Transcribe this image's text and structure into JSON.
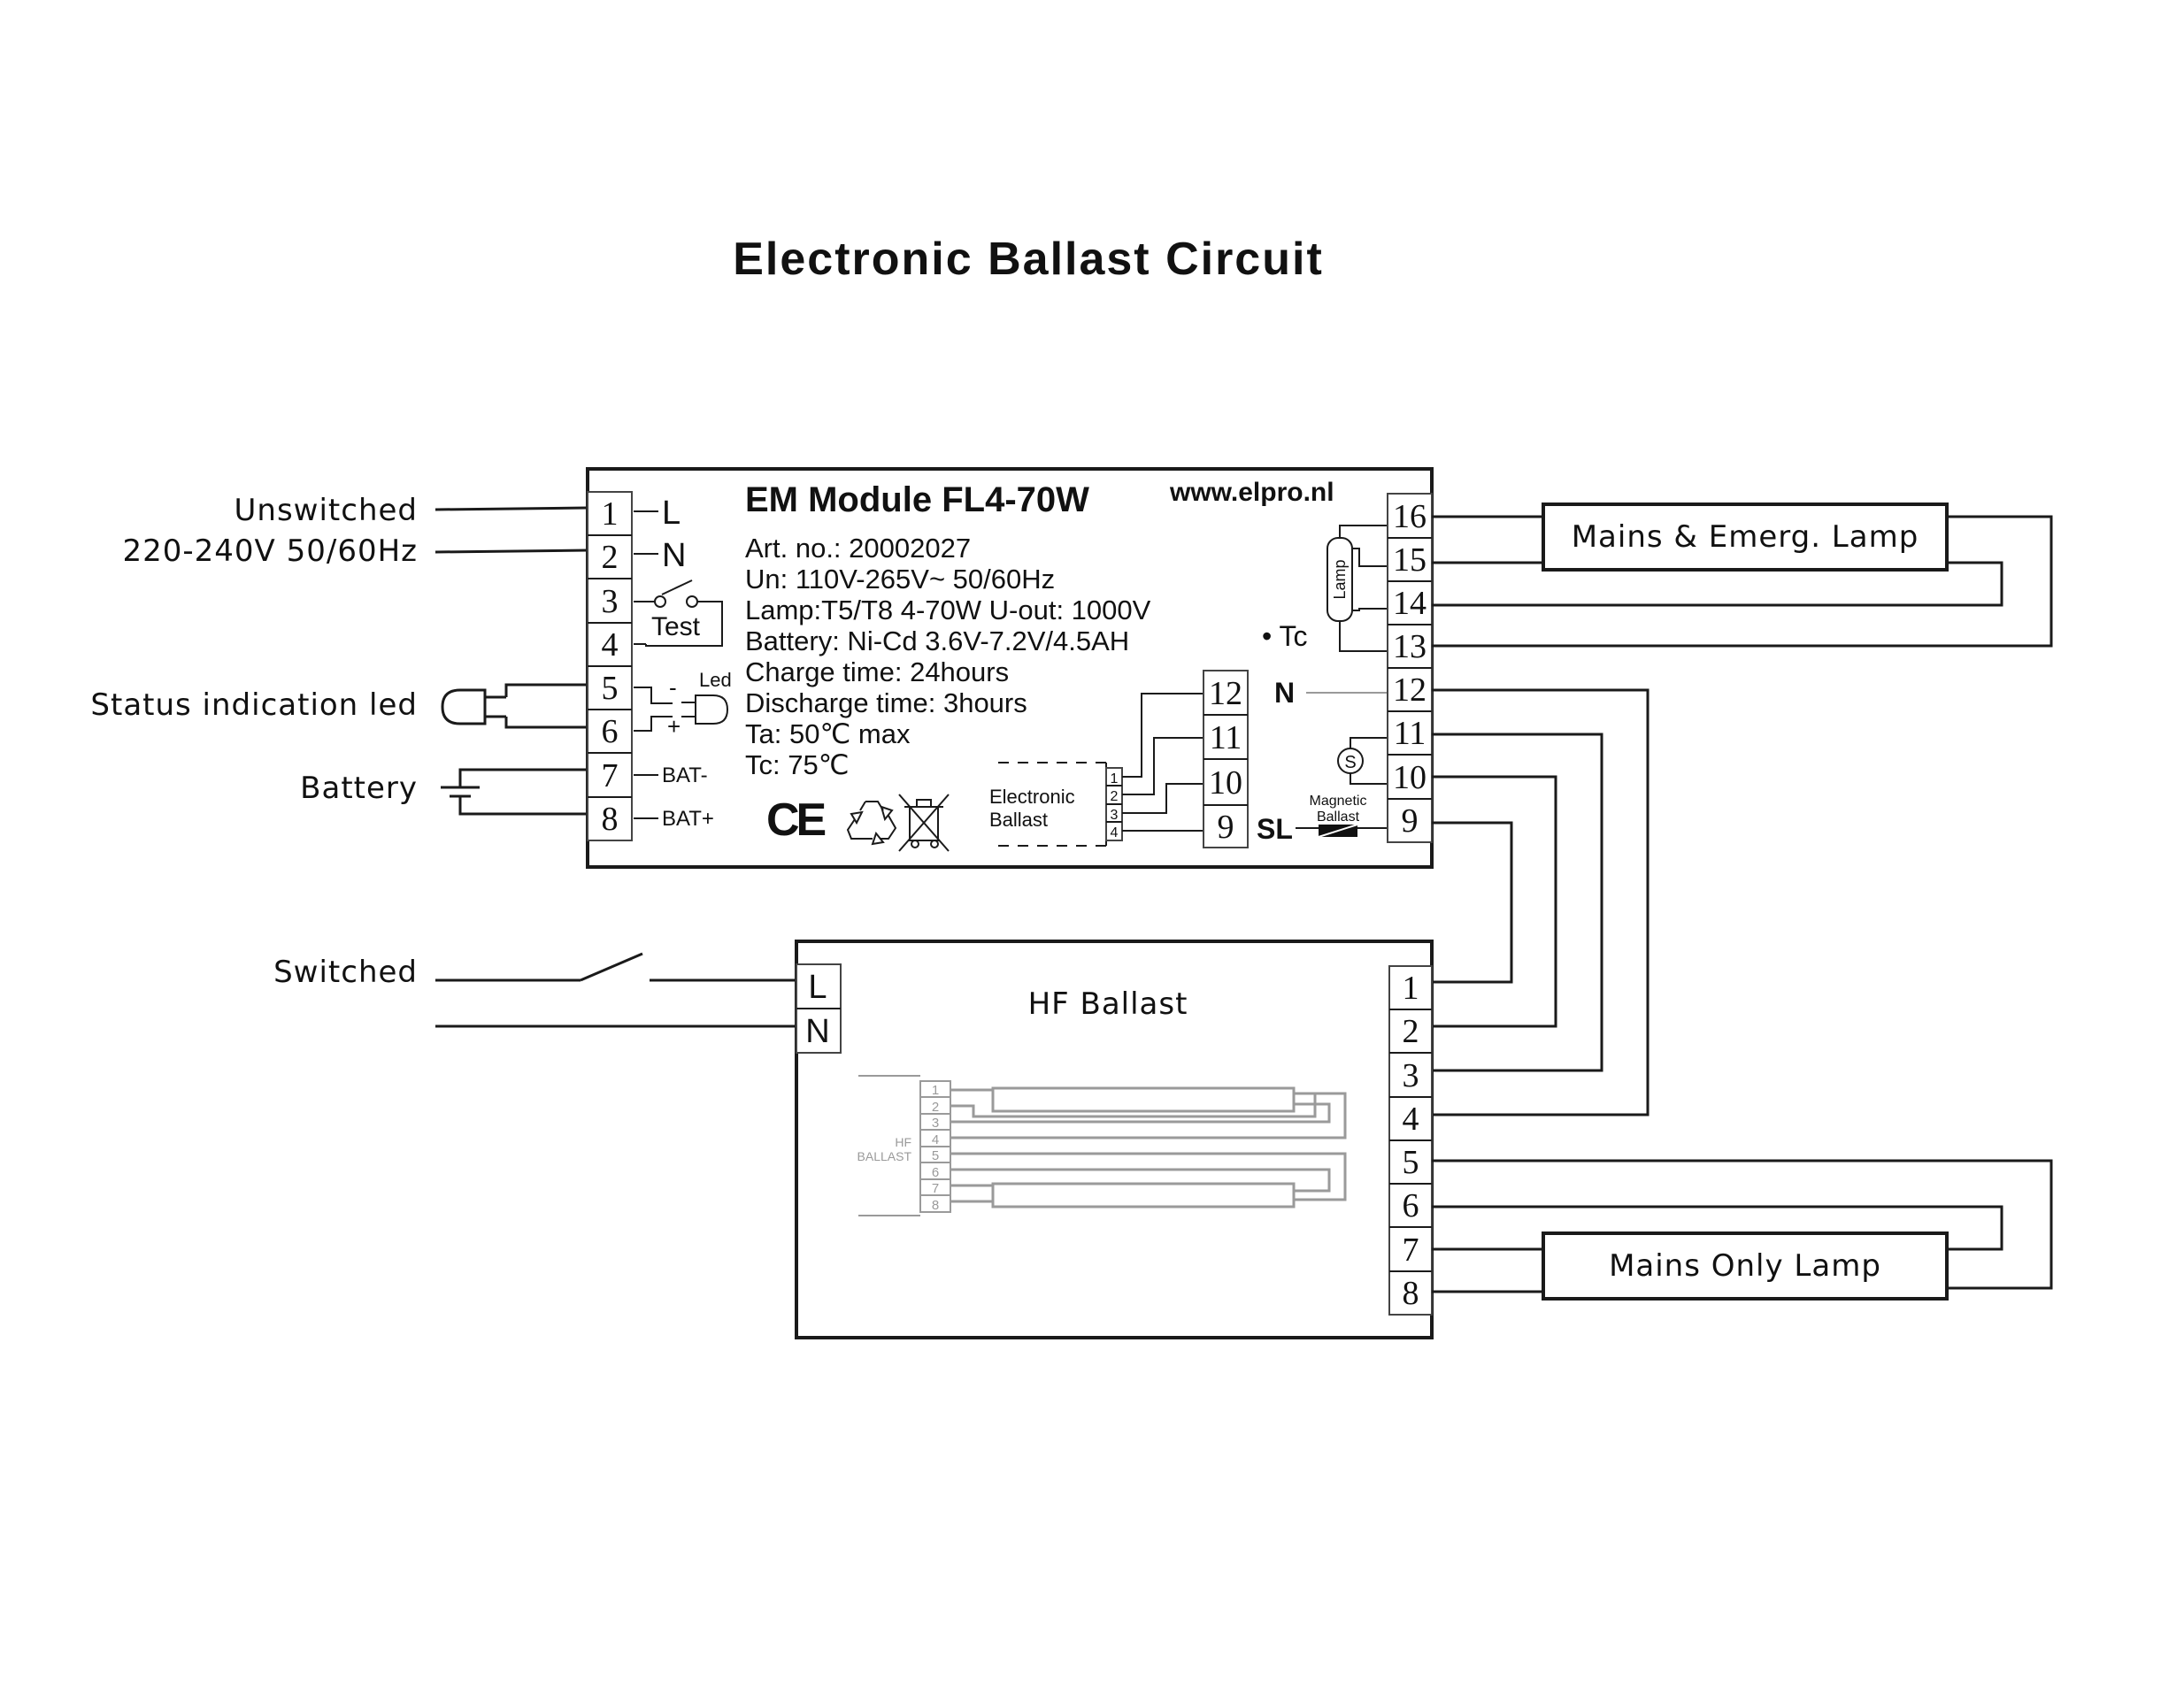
{
  "title": "Electronic Ballast Circuit",
  "left_labels": {
    "unswitched": "Unswitched",
    "voltage": "220-240V 50/60Hz",
    "status_led": "Status indication led",
    "battery": "Battery",
    "switched": "Switched"
  },
  "em_module": {
    "name": "EM Module FL4-70W",
    "url": "www.elpro.nl",
    "specs": [
      "Art. no.: 20002027",
      "Un: 110V-265V~ 50/60Hz",
      "Lamp:T5/T8  4-70W   U-out: 1000V",
      "Battery: Ni-Cd   3.6V-7.2V/4.5AH",
      "Charge time: 24hours",
      "Discharge time: 3hours",
      "Ta: 50℃ max",
      "Tc: 75℃"
    ],
    "left_terminals": [
      "1",
      "2",
      "3",
      "4",
      "5",
      "6",
      "7",
      "8"
    ],
    "terminal_L": "L",
    "terminal_N": "N",
    "test_label": "Test",
    "led_label": "Led",
    "led_minus": "-",
    "led_plus": "+",
    "bat_minus": "BAT-",
    "bat_plus": "BAT+",
    "right_terminals": [
      "16",
      "15",
      "14",
      "13",
      "12",
      "11",
      "10",
      "9"
    ],
    "inner_terminals": [
      "12",
      "11",
      "10",
      "9"
    ],
    "tc_label": "• Tc",
    "n_label": "N",
    "sl_label": "SL",
    "lamp_label": "Lamp",
    "s_label": "S",
    "magnetic_ballast": [
      "Magnetic",
      "Ballast"
    ],
    "electronic_ballast": [
      "Electronic",
      "Ballast"
    ],
    "mini_terminals": [
      "1",
      "2",
      "3",
      "4"
    ],
    "ce_mark": "CE"
  },
  "hf_ballast": {
    "name": "HF Ballast",
    "left_terminals": [
      "L",
      "N"
    ],
    "right_terminals": [
      "1",
      "2",
      "3",
      "4",
      "5",
      "6",
      "7",
      "8"
    ],
    "inner_label": [
      "HF",
      "BALLAST"
    ],
    "inner_terminals": [
      "1",
      "2",
      "3",
      "4",
      "5",
      "6",
      "7",
      "8"
    ]
  },
  "lamps": {
    "mains_emerg": "Mains & Emerg. Lamp",
    "mains_only": "Mains Only Lamp"
  },
  "icons": [
    "ce-mark-icon",
    "recycle-icon",
    "weee-bin-icon",
    "led-icon",
    "battery-icon",
    "switch-icon",
    "starter-icon",
    "magnetic-ballast-icon",
    "lamp-tube-icon"
  ]
}
